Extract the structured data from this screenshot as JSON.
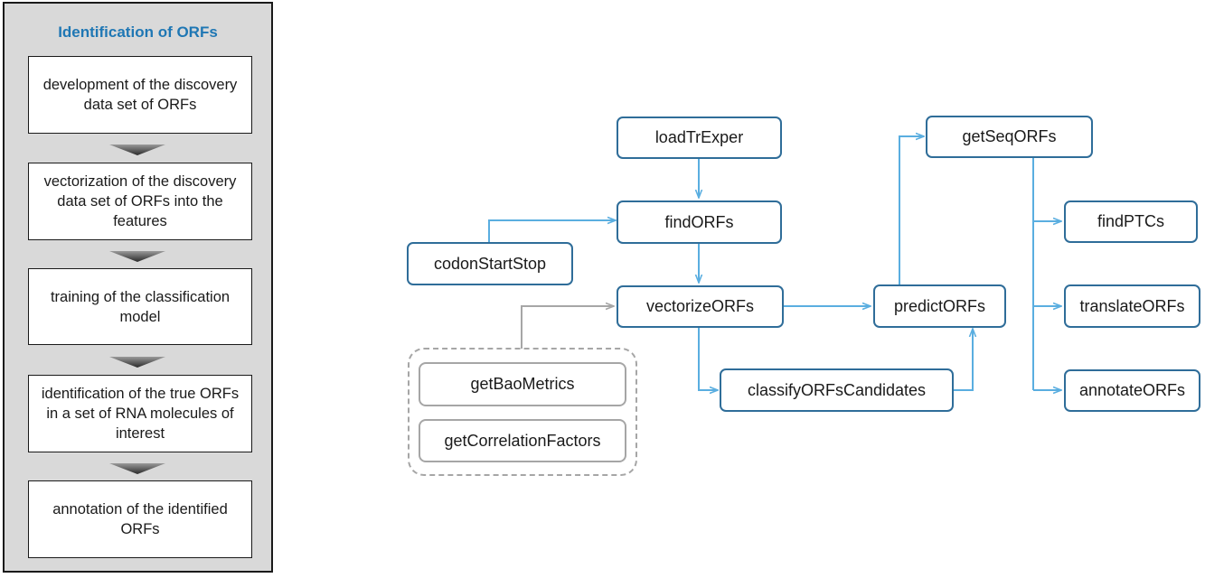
{
  "panel": {
    "title": "Identification of ORFs",
    "steps": [
      "development of the discovery data set of ORFs",
      "vectorization of the discovery data set of ORFs into the features",
      "training of the classification model",
      "identification of the true ORFs in a set of RNA molecules of interest",
      "annotation of the identified ORFs"
    ]
  },
  "flow": {
    "nodes": {
      "loadTrExper": "loadTrExper",
      "findORFs": "findORFs",
      "codonStartStop": "codonStartStop",
      "vectorizeORFs": "vectorizeORFs",
      "getBaoMetrics": "getBaoMetrics",
      "getCorrelationFactors": "getCorrelationFactors",
      "classifyORFsCandidates": "classifyORFsCandidates",
      "predictORFs": "predictORFs",
      "getSeqORFs": "getSeqORFs",
      "findPTCs": "findPTCs",
      "translateORFs": "translateORFs",
      "annotateORFs": "annotateORFs"
    },
    "colors": {
      "node_border": "#2f6d99",
      "arrow": "#5aaee0",
      "gray": "#a6a6a6",
      "panel_title": "#1f77b4",
      "panel_bg": "#d9d9d9"
    }
  }
}
